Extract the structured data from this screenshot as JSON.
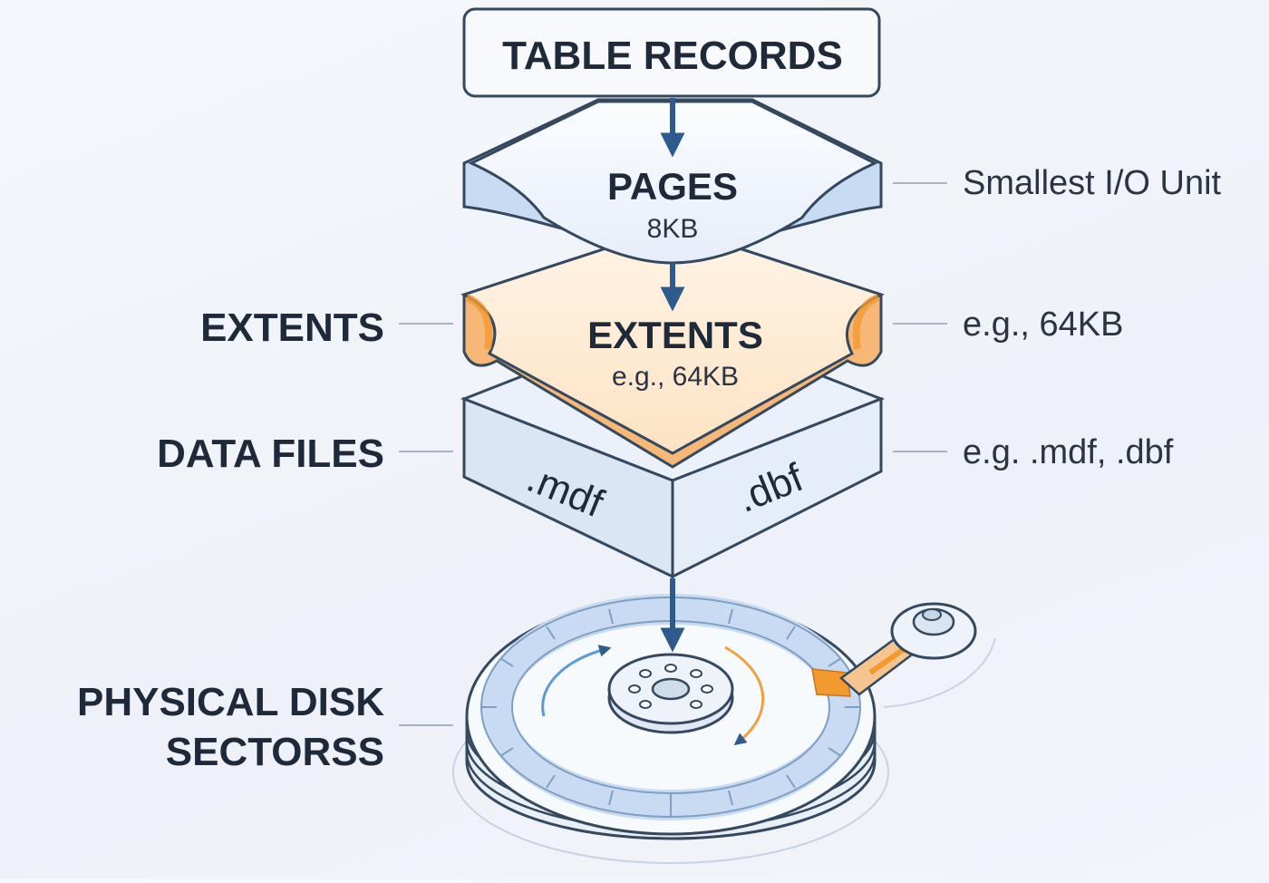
{
  "diagram": {
    "layers": [
      {
        "id": "table",
        "title": "TABLE RECORDS"
      },
      {
        "id": "pages",
        "title": "PAGES",
        "subtitle": "8KB",
        "note": "Smallest I/O Unit"
      },
      {
        "id": "extents",
        "title": "EXTENTS",
        "subtitle": "e.g., 64KB",
        "left_label": "EXTENTS",
        "note": "e.g., 64KB"
      },
      {
        "id": "datafiles",
        "left_label": "DATA FILES",
        "file_a": ".mdf",
        "file_b": ".dbf",
        "note": "e.g. .mdf, .dbf"
      },
      {
        "id": "disk",
        "left_label_line1": "PHYSICAL DISK",
        "left_label_line2": "SECTORSS"
      }
    ],
    "colors": {
      "arrow": "#2f5a8c",
      "outline": "#34485f",
      "page_fill": "#dbe8f8",
      "extent_fill": "#fbe5c8",
      "extent_accent": "#f2a04a",
      "file_fill": "#dfe9f7"
    }
  }
}
